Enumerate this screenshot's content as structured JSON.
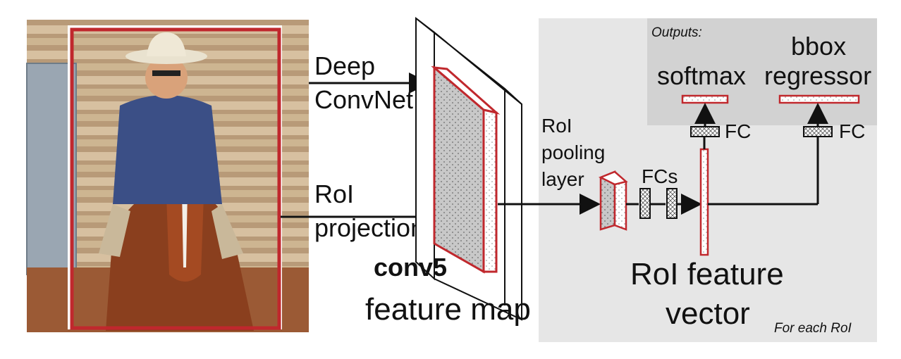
{
  "colors": {
    "roi_red": "#c0282d",
    "panel_gray": "#e6e6e6",
    "output_gray": "#d2d2d2",
    "dotted_fill": "#c8c8c8"
  },
  "input_image": {
    "description_icon": "photo-cowboy-on-horse"
  },
  "labels": {
    "deep_convnet_line1": "Deep",
    "deep_convnet_line2": "ConvNet",
    "roi_projection_line1": "RoI",
    "roi_projection_line2": "projection",
    "conv5_line1": "conv5",
    "conv5_line2": "feature map",
    "roi_pooling_line1": "RoI",
    "roi_pooling_line2": "pooling",
    "roi_pooling_line3": "layer",
    "fcs": "FCs",
    "fc_left": "FC",
    "fc_right": "FC",
    "outputs": "Outputs:",
    "softmax": "softmax",
    "bbox_line1": "bbox",
    "bbox_line2": "regressor",
    "roi_feature_line1": "RoI feature",
    "roi_feature_line2": "vector",
    "for_each_roi": "For each RoI"
  }
}
